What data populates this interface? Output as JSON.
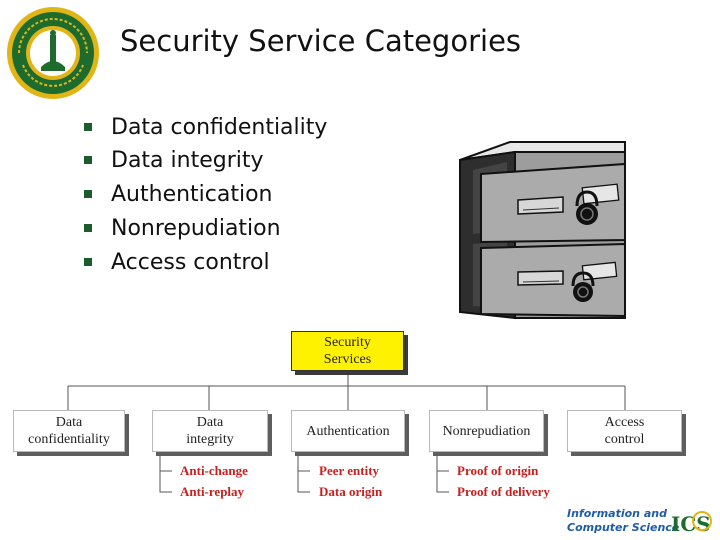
{
  "slide": {
    "title": "Security Service Categories",
    "bullets": [
      "Data confidentiality",
      "Data integrity",
      "Authentication",
      "Nonrepudiation",
      "Access control"
    ]
  },
  "diagram": {
    "root": "Security\nServices",
    "categories": [
      {
        "label": "Data\nconfidentiality",
        "subitems": []
      },
      {
        "label": "Data\nintegrity",
        "subitems": [
          "Anti-change",
          "Anti-replay"
        ]
      },
      {
        "label": "Authentication",
        "subitems": [
          "Peer entity",
          "Data origin"
        ]
      },
      {
        "label": "Nonrepudiation",
        "subitems": [
          "Proof of origin",
          "Proof of delivery"
        ]
      },
      {
        "label": "Access\ncontrol",
        "subitems": []
      }
    ]
  },
  "footer_logo": {
    "line1": "Information and",
    "line2": "Computer Science",
    "mark": "ICS"
  },
  "colors": {
    "bullet": "#1e5b2c",
    "root_box": "#fff200",
    "subitem_text": "#c81f1f",
    "logo_green": "#1e6b2e",
    "logo_gold": "#e1b516"
  }
}
